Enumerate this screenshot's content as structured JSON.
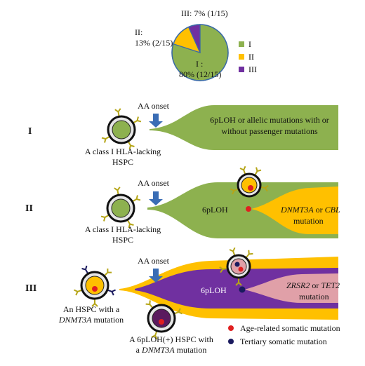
{
  "pie": {
    "slices": [
      {
        "label": "I",
        "fraction": 0.8,
        "color": "#8db14f"
      },
      {
        "label": "II",
        "fraction": 0.133,
        "color": "#ffc000"
      },
      {
        "label": "III",
        "fraction": 0.067,
        "color": "#7030a0"
      }
    ],
    "label_I_line1": "I :",
    "label_I_line2": "80% (12/15)",
    "label_II_line1": "II:",
    "label_II_line2": "13% (2/15)",
    "label_III": "III: 7% (1/15)",
    "legend": [
      "I",
      "II",
      "III"
    ]
  },
  "rows": {
    "I": {
      "roman": "I",
      "onset": "AA onset",
      "cell_label_1": "A class I HLA-lacking",
      "cell_label_2": "HSPC",
      "text_1": "6pLOH or allelic mutations with or",
      "text_2": "without passenger mutations"
    },
    "II": {
      "roman": "II",
      "onset": "AA onset",
      "cell_label_1": "A class I HLA-lacking",
      "cell_label_2": "HSPC",
      "lane_1": "6pLOH",
      "mut_1": "DNMT3A",
      "mut_or": " or ",
      "mut_2": "CBL",
      "mut_3": "mutation"
    },
    "III": {
      "roman": "III",
      "onset": "AA onset",
      "left_1": "An HSPC with a",
      "left_2_italic": "DNMT3A",
      "left_2_rest": " mutation",
      "lane_1": "6pLOH",
      "mut_1": "ZRSR2",
      "mut_or": "  or ",
      "mut_2": "TET2",
      "mut_3": "mutation",
      "bottom_1": "A 6pLOH(+) HSPC with",
      "bottom_2_pre": "a ",
      "bottom_2_italic": "DNMT3A",
      "bottom_2_rest": " mutation"
    }
  },
  "legend": {
    "red_label": "Age-related somatic mutation",
    "red_color": "#e02020",
    "navy_label": "Tertiary somatic mutation",
    "navy_color": "#1a1a5e"
  },
  "colors": {
    "green": "#8db14f",
    "yellow": "#ffc000",
    "purple": "#7030a0",
    "pink": "#e0a0a8",
    "arrow": "#3a6db5"
  }
}
